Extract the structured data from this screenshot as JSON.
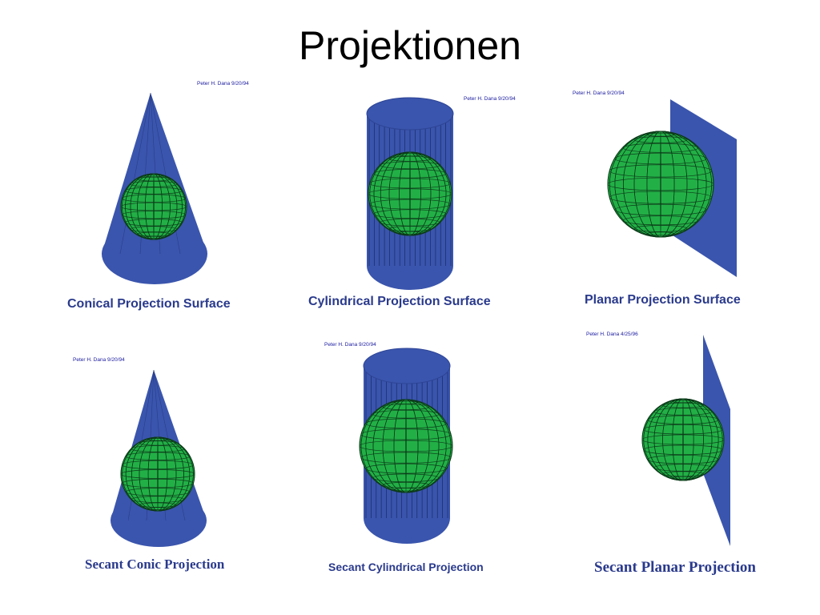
{
  "slide": {
    "title": "Projektionen"
  },
  "colors": {
    "surface": "#3a55ad",
    "globe": "#22b046",
    "grid": "#0d3a1a",
    "caption": "#2a3a8c"
  },
  "panels": [
    {
      "id": "conical",
      "credit": "Peter H. Dana 9/20/94",
      "caption": "Conical Projection Surface"
    },
    {
      "id": "cylindrical",
      "credit": "Peter H. Dana 9/20/94",
      "caption": "Cylindrical  Projection Surface"
    },
    {
      "id": "planar",
      "credit": "Peter H. Dana 9/20/94",
      "caption": "Planar Projection Surface"
    },
    {
      "id": "secant-conic",
      "credit": "Peter H. Dana 9/20/94",
      "caption": "Secant Conic Projection"
    },
    {
      "id": "secant-cylindrical",
      "credit": "Peter H. Dana 9/20/94",
      "caption": "Secant Cylindrical Projection"
    },
    {
      "id": "secant-planar",
      "credit": "Peter H. Dana 4/25/96",
      "caption": "Secant Planar Projection"
    }
  ]
}
